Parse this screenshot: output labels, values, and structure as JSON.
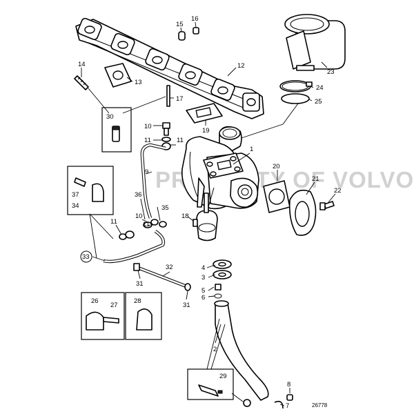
{
  "reference_number": "26778",
  "watermark": "PROPERTY OF VOLVO PENTA",
  "callouts": {
    "c1": "1",
    "c2": "2",
    "c3": "3",
    "c4": "4",
    "c5": "5",
    "c6": "6",
    "c7": "7",
    "c8": "8",
    "c9": "9",
    "c10": "10",
    "c10b": "10",
    "c11a": "11",
    "c11b": "11",
    "c11c": "11",
    "c11d": "11",
    "c12": "12",
    "c13": "13",
    "c14": "14",
    "c15": "15",
    "c16": "16",
    "c17": "17",
    "c18": "18",
    "c19": "19",
    "c20": "20",
    "c21": "21",
    "c22": "22",
    "c23": "23",
    "c24": "24",
    "c25": "25",
    "c26": "26",
    "c27": "27",
    "c28": "28",
    "c29": "29",
    "c30": "30",
    "c31a": "31",
    "c31b": "31",
    "c32": "32",
    "c33": "33",
    "c34": "34",
    "c35": "35",
    "c36": "36",
    "c37": "37"
  }
}
